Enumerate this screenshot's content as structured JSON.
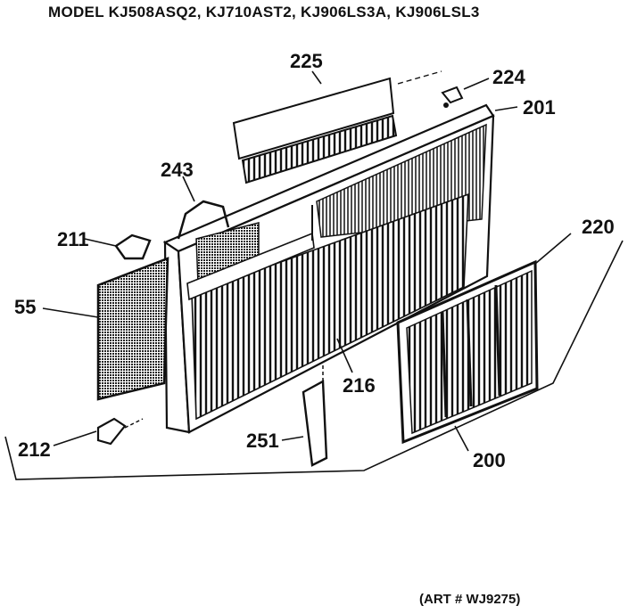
{
  "header": {
    "model_line": "MODEL KJ508ASQ2, KJ710AST2, KJ906LS3A, KJ906LSL3"
  },
  "footer": {
    "art_number": "(ART # WJ9275)"
  },
  "callouts": {
    "p225": "225",
    "p224": "224",
    "p201": "201",
    "p243": "243",
    "p211": "211",
    "p220": "220",
    "p55": "55",
    "p216": "216",
    "p212": "212",
    "p251": "251",
    "p200": "200"
  },
  "colors": {
    "ink": "#111111",
    "paper": "#ffffff"
  }
}
